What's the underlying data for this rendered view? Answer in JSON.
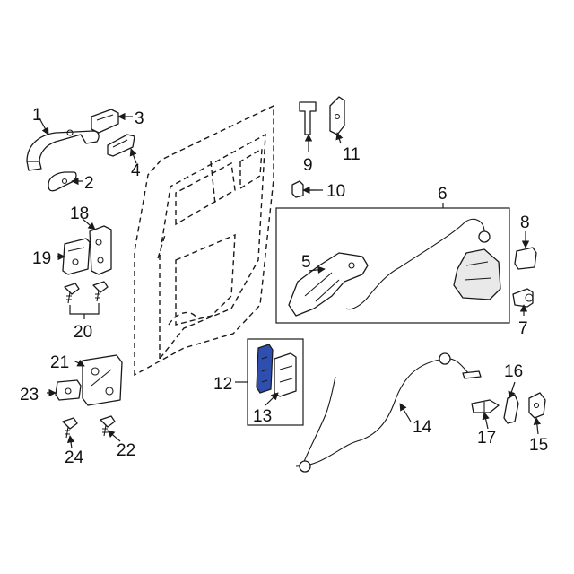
{
  "diagram": {
    "callouts": [
      "1",
      "2",
      "3",
      "4",
      "5",
      "6",
      "7",
      "8",
      "9",
      "10",
      "11",
      "12",
      "13",
      "14",
      "15",
      "16",
      "17",
      "18",
      "19",
      "20",
      "21",
      "22",
      "23",
      "24"
    ],
    "highlight_color": "#2f4fb0"
  }
}
